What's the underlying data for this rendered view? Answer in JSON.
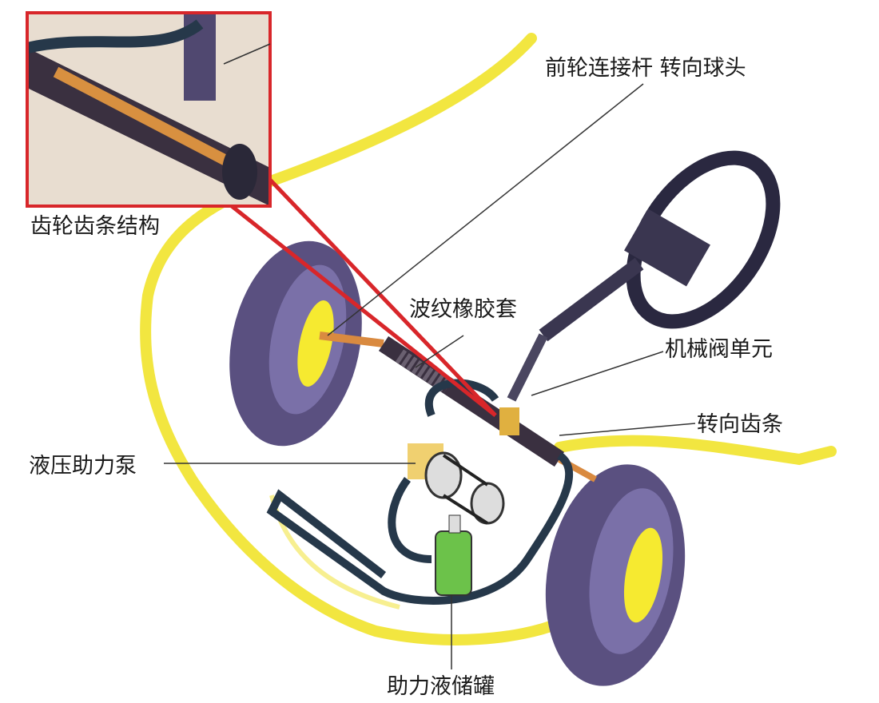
{
  "title": "Rack-and-pinion hydraulic power steering system",
  "labels": {
    "tie_rod_ball_joint": "前轮连接杆 转向球头",
    "rack_pinion": "齿轮齿条结构",
    "bellows_boot": "波纹橡胶套",
    "valve_unit": "机械阀单元",
    "steering_rack": "转向齿条",
    "pump": "液压助力泵",
    "reservoir": "助力液储罐"
  },
  "colors": {
    "body_outline": "#f2e640",
    "tire": "#5a5080",
    "callout_frame": "#d8262a",
    "hose": "#26384a",
    "reservoir_fluid": "#6cc24a"
  }
}
